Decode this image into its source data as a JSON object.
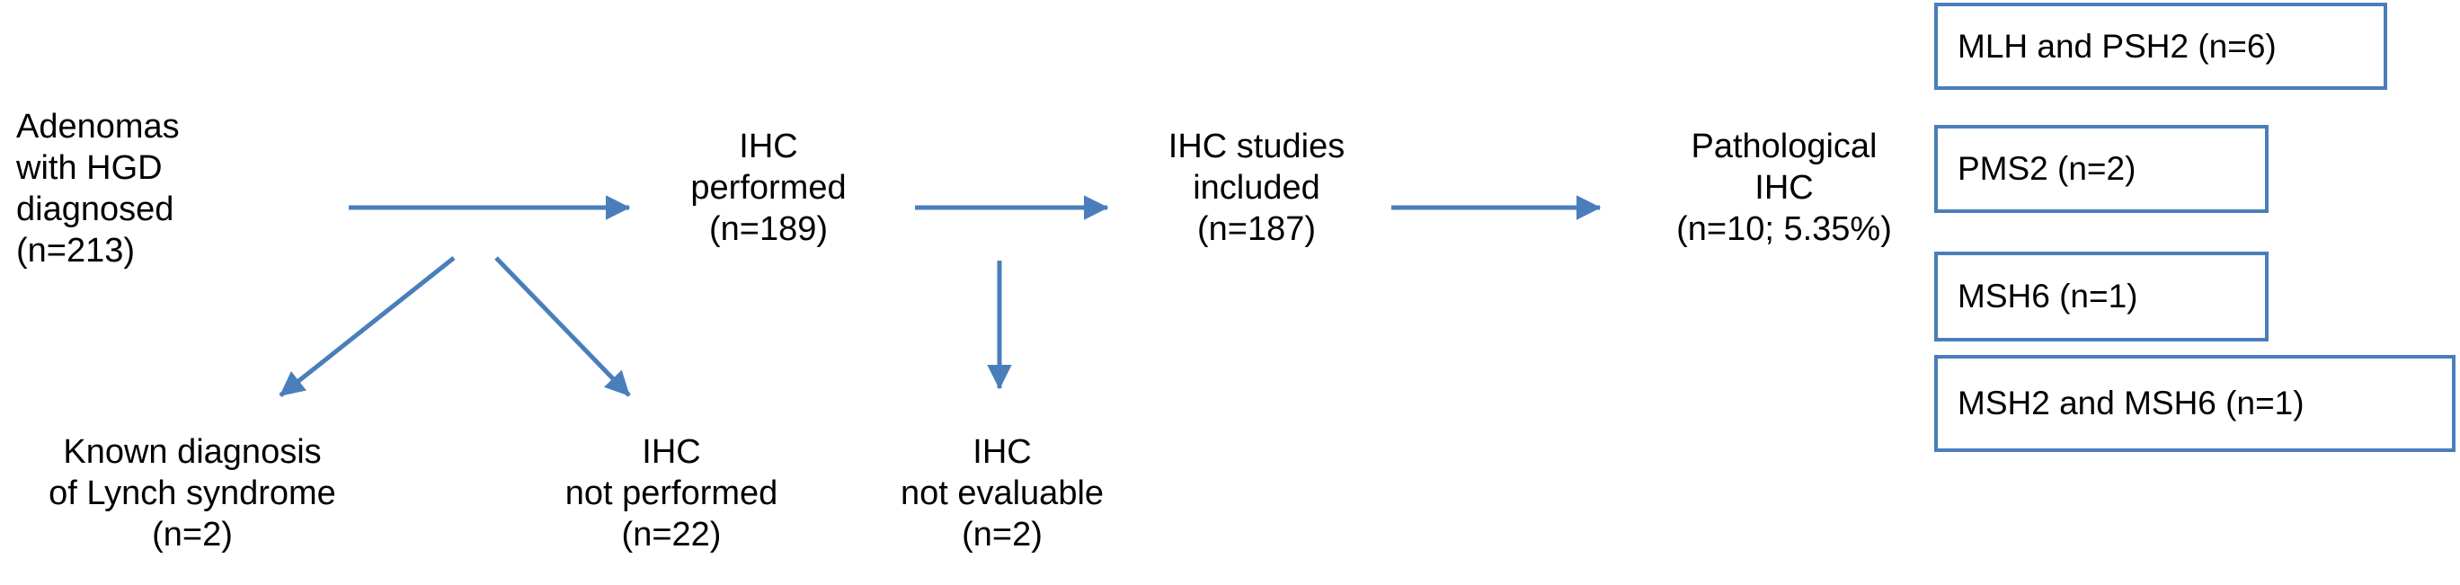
{
  "diagram": {
    "type": "flowchart",
    "title": "",
    "accent_color": "#4A7EBB",
    "text_color": "#000000",
    "background_color": "#FFFFFF"
  },
  "nodes": {
    "source": {
      "id": "adenomas-with-hgd",
      "text": "Adenomas\nwith HGD\ndiagnosed\n(n=213)",
      "n": 213,
      "align": "left"
    },
    "ihc_performed": {
      "id": "ihc-performed",
      "text": "IHC\nperformed\n(n=189)",
      "n": 189,
      "align": "center"
    },
    "ihc_studies_included": {
      "id": "ihc-studies-included",
      "text": "IHC studies\nincluded\n(n=187)",
      "n": 187,
      "align": "center"
    },
    "pathological_ihc": {
      "id": "pathological-ihc",
      "text": "Pathological\nIHC\n(n=10; 5.35%)",
      "n": 10,
      "percent": "5.35%",
      "align": "center"
    },
    "known_lynch": {
      "id": "known-diagnosis-lynch",
      "text": "Known diagnosis\nof Lynch syndrome\n(n=2)",
      "n": 2,
      "align": "center"
    },
    "ihc_not_performed": {
      "id": "ihc-not-performed",
      "text": "IHC\nnot performed\n(n=22)",
      "n": 22,
      "align": "center"
    },
    "ihc_not_evaluable": {
      "id": "ihc-not-evaluable",
      "text": "IHC\nnot evaluable\n(n=2)",
      "n": 2,
      "align": "center"
    }
  },
  "outcomes": [
    {
      "label": "MLH and PSH2 (n=6)",
      "n": 6
    },
    {
      "label": "PMS2 (n=2)",
      "n": 2
    },
    {
      "label": "MSH6 (n=1)",
      "n": 1
    },
    {
      "label": "MSH2 and MSH6 (n=1)",
      "n": 1
    }
  ],
  "edges": [
    {
      "from": "adenomas-with-hgd",
      "to": "ihc-performed",
      "direction": "right"
    },
    {
      "from": "adenomas-with-hgd",
      "to": "known-diagnosis-lynch",
      "direction": "down-left"
    },
    {
      "from": "adenomas-with-hgd",
      "to": "ihc-not-performed",
      "direction": "down-right"
    },
    {
      "from": "ihc-performed",
      "to": "ihc-studies-included",
      "direction": "right"
    },
    {
      "from": "ihc-performed",
      "to": "ihc-not-evaluable",
      "direction": "down"
    },
    {
      "from": "ihc-studies-included",
      "to": "pathological-ihc",
      "direction": "right"
    }
  ]
}
